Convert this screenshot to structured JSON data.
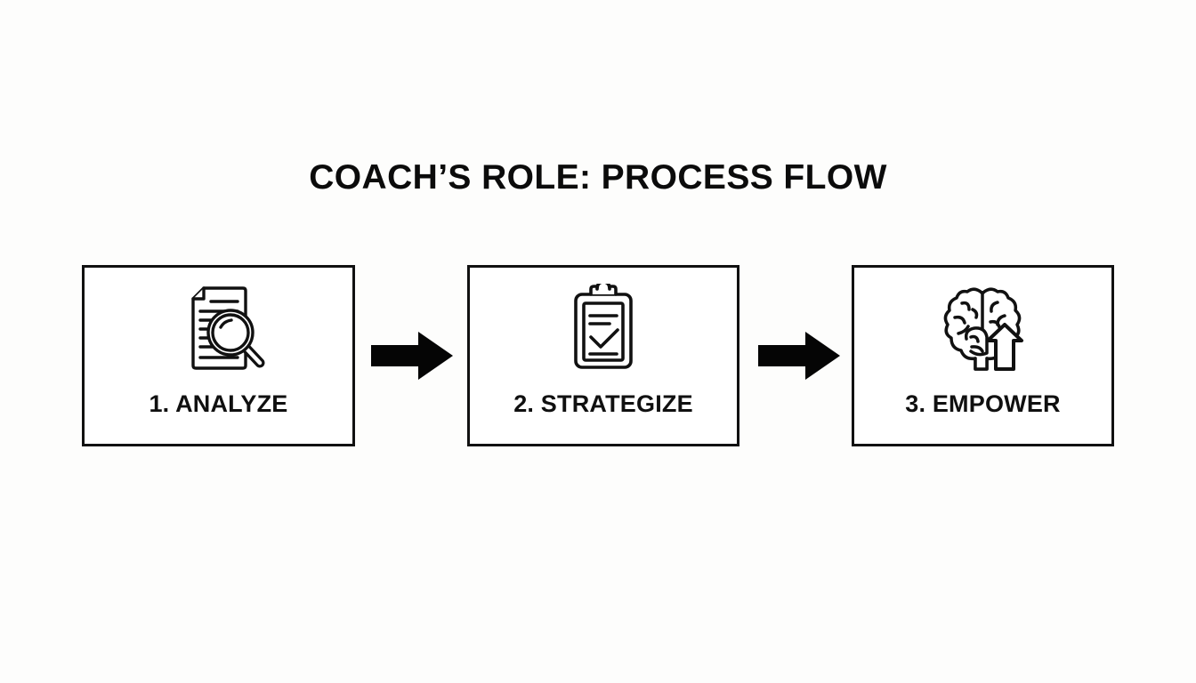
{
  "slide": {
    "title": "COACH’S ROLE: PROCESS FLOW",
    "background_color": "#fdfdfc",
    "ink_color": "#111111"
  },
  "steps": [
    {
      "label": "1. ANALYZE",
      "number": "1",
      "name": "ANALYZE",
      "icon": "document-magnifier-icon"
    },
    {
      "label": "2. STRATEGIZE",
      "number": "2",
      "name": "STRATEGIZE",
      "icon": "clipboard-check-icon"
    },
    {
      "label": "3. EMPOWER",
      "number": "3",
      "name": "EMPOWER",
      "icon": "brain-up-arrow-icon"
    }
  ],
  "connectors": [
    {
      "icon": "arrow-right-icon",
      "from": "1. ANALYZE",
      "to": "2. STRATEGIZE"
    },
    {
      "icon": "arrow-right-icon",
      "from": "2. STRATEGIZE",
      "to": "3. EMPOWER"
    }
  ]
}
